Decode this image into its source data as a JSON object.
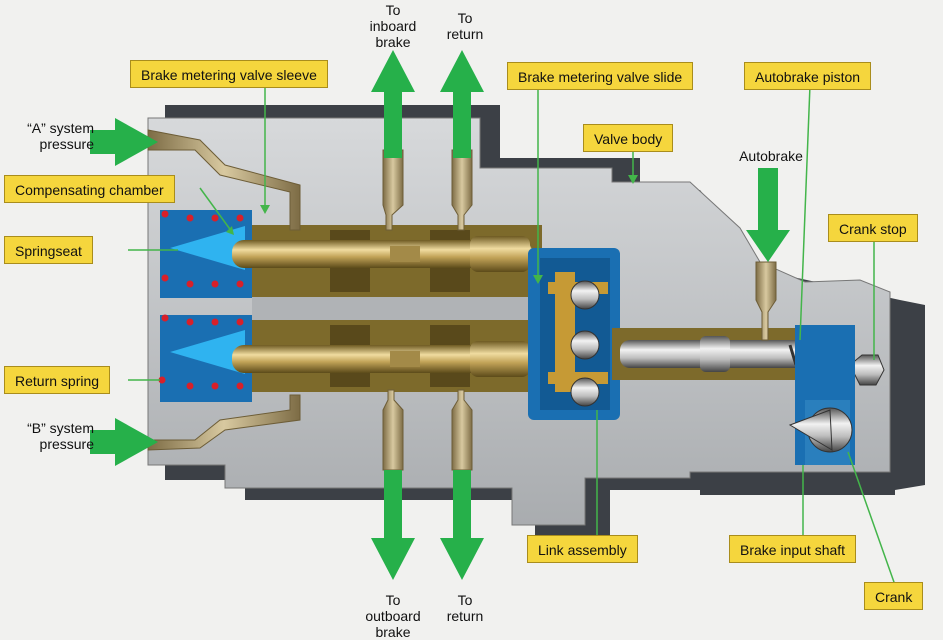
{
  "labels": {
    "brake_metering_valve_sleeve": "Brake metering valve sleeve",
    "brake_metering_valve_slide": "Brake metering valve slide",
    "autobrake_piston": "Autobrake piston",
    "valve_body": "Valve body",
    "compensating_chamber": "Compensating chamber",
    "springseat": "Springseat",
    "return_spring": "Return spring",
    "crank_stop": "Crank stop",
    "link_assembly": "Link assembly",
    "brake_input_shaft": "Brake input shaft",
    "crank": "Crank"
  },
  "text": {
    "a_system_line1": "“A” system",
    "a_system_line2": "pressure",
    "b_system_line1": "“B” system",
    "b_system_line2": "pressure",
    "to_inboard_1": "To",
    "to_inboard_2": "inboard",
    "to_inboard_3": "brake",
    "to_return_top_1": "To",
    "to_return_top_2": "return",
    "to_outboard_1": "To",
    "to_outboard_2": "outboard",
    "to_outboard_3": "brake",
    "to_return_bottom_1": "To",
    "to_return_bottom_2": "return",
    "autobrake": "Autobrake"
  },
  "colors": {
    "label_fill": "#f5d63d",
    "arrow_green": "#26b04a",
    "leader_green": "#43b54a",
    "body_gray": "#b9bcbf",
    "brass": "#8a7530",
    "chamber_blue": "#1d8fd8",
    "spring_dot_red": "#d8202a"
  }
}
